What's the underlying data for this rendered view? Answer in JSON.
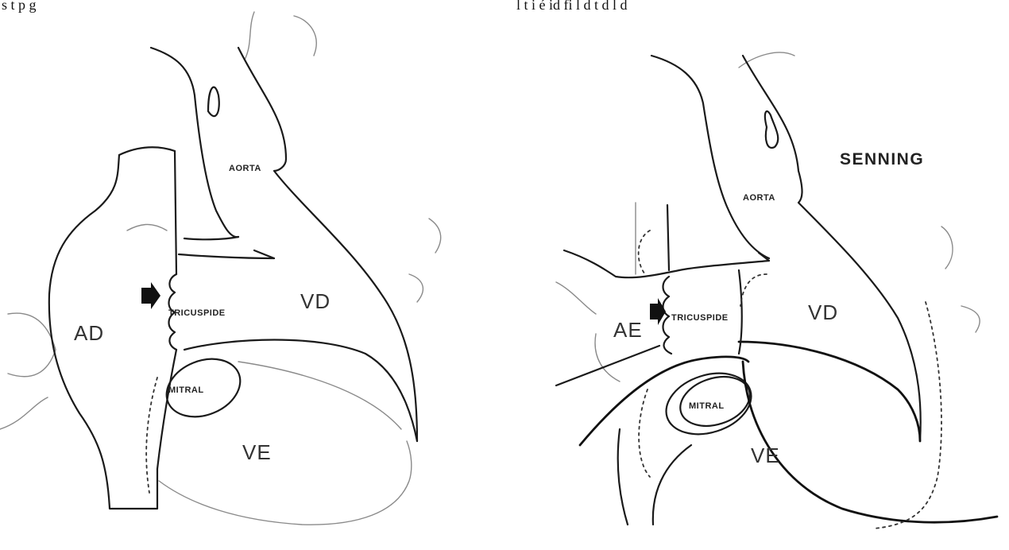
{
  "header": {
    "left_fragment": "s t  p  g      ",
    "right_fragment": "l   t i  é  id   fi                 l   d    t    d  l  d"
  },
  "left_figure": {
    "labels": {
      "aorta": "AORTA",
      "tricuspide": "TRICUSPIDE",
      "mitral": "MITRAL",
      "ad": "AD",
      "vd": "VD",
      "ve": "VE"
    }
  },
  "right_figure": {
    "title": "SENNING",
    "labels": {
      "aorta": "AORTA",
      "tricuspide": "TRICUSPIDE",
      "mitral": "MITRAL",
      "ae": "AE",
      "vd": "VD",
      "ve": "VE"
    }
  }
}
